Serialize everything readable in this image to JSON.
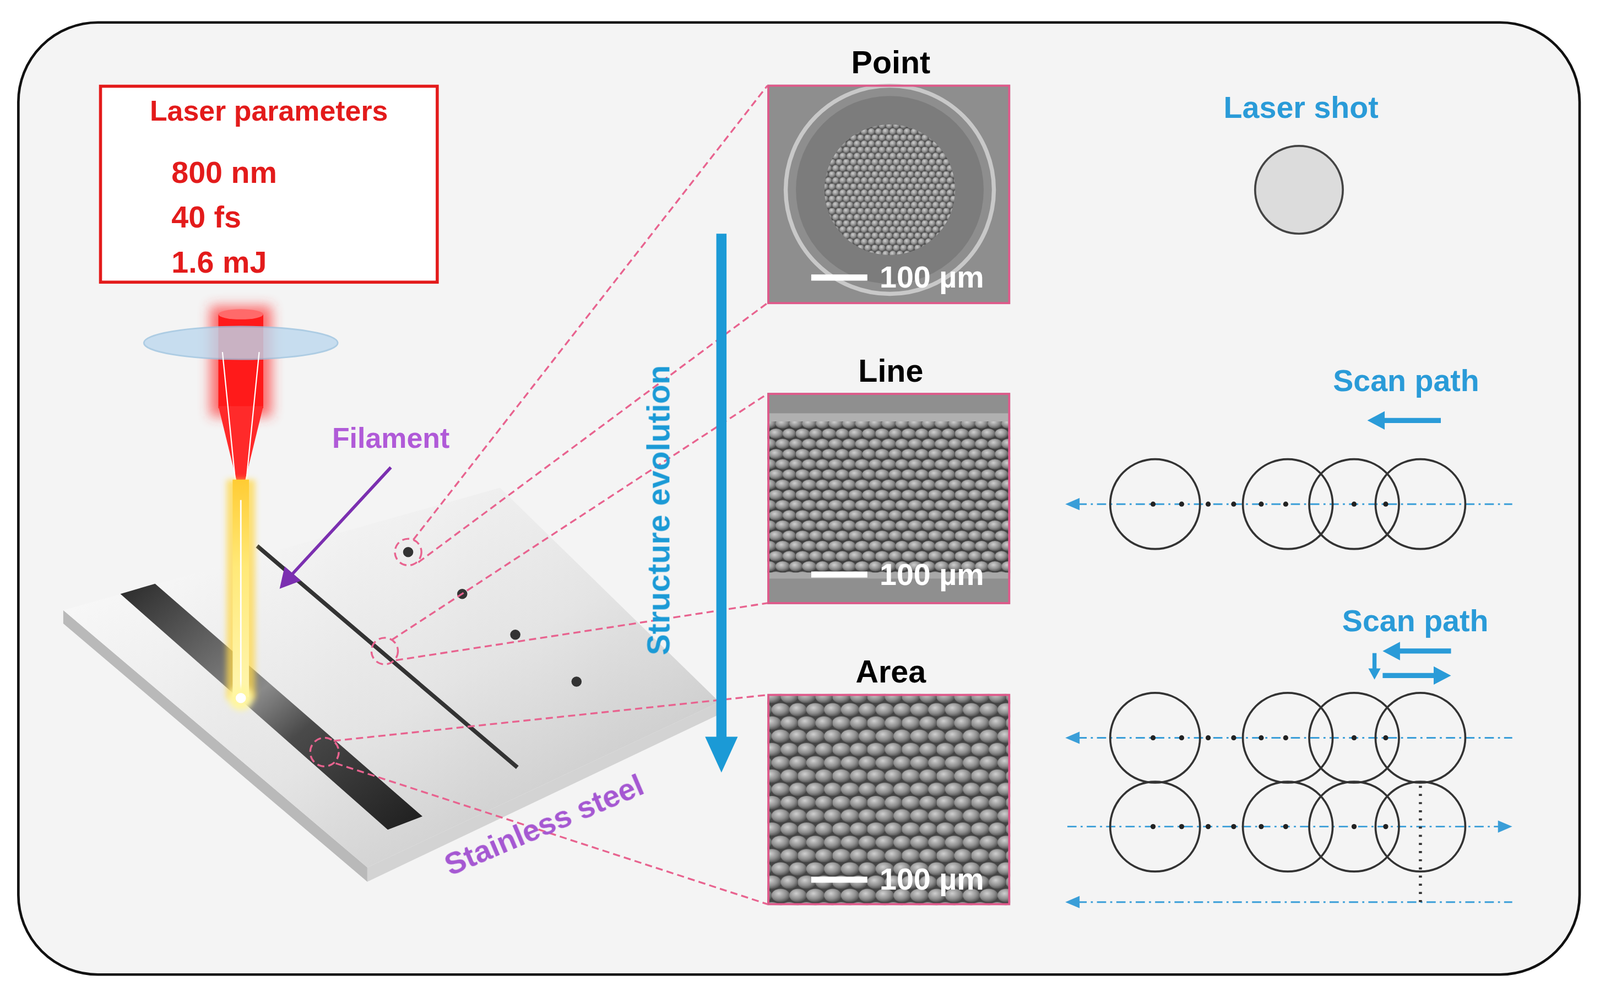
{
  "diagram": {
    "nodes": [
      {
        "text": [
          "Laser parameters",
          "800 nm",
          "40 fs",
          "1.6 mJ"
        ]
      },
      {
        "text": [
          "Point",
          "100 µm"
        ]
      },
      {
        "text": [
          "Line",
          "100 µm"
        ]
      },
      {
        "text": [
          "Area",
          "100 µm"
        ]
      }
    ],
    "labels": [
      "Filament",
      "Stainless steel",
      "Structure evolution",
      "Laser shot",
      "Scan path",
      "Scan path"
    ]
  }
}
